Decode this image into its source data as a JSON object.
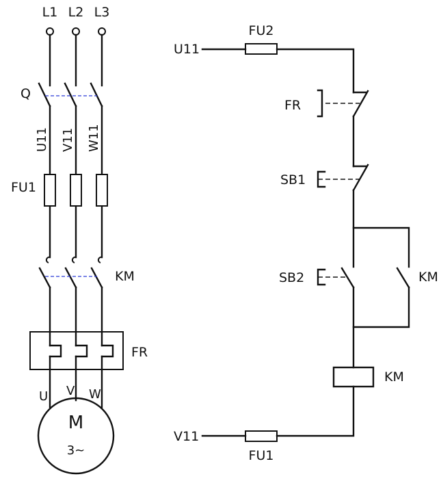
{
  "power_circuit": {
    "phase_labels": [
      "L1",
      "L2",
      "L3"
    ],
    "switch_label": "Q",
    "wire_labels": [
      "U11",
      "V11",
      "W11"
    ],
    "fuse_label": "FU1",
    "contactor_label": "KM",
    "overload_label": "FR",
    "terminal_labels": [
      "U",
      "V",
      "W"
    ],
    "motor_letter": "M",
    "motor_phase": "3~"
  },
  "control_circuit": {
    "top_wire_label": "U11",
    "top_fuse_label": "FU2",
    "overload_contact_label": "FR",
    "stop_button_label": "SB1",
    "start_button_label": "SB2",
    "hold_contact_label": "KM",
    "coil_label": "KM",
    "bottom_wire_label": "V11",
    "bottom_fuse_label": "FU1"
  },
  "colors": {
    "line": "#111111",
    "linkage": "#2a3bd6",
    "background": "#ffffff"
  }
}
